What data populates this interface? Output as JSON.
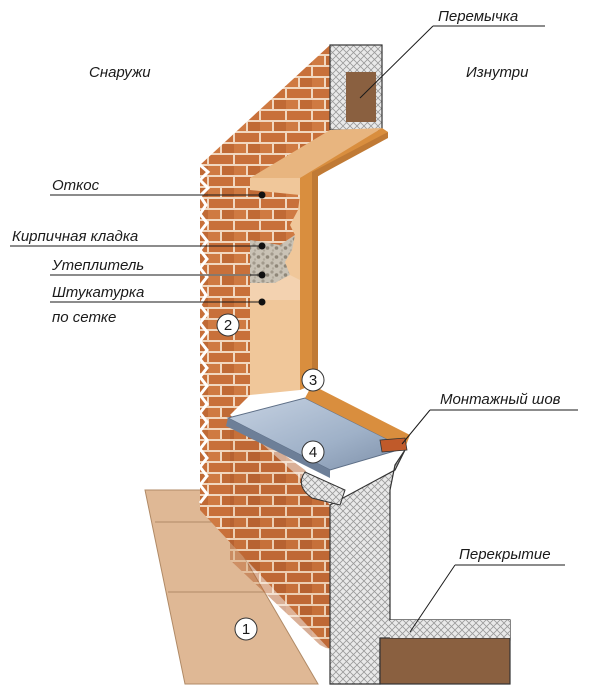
{
  "diagram": {
    "outside_label": "Снаружи",
    "inside_label": "Изнутри",
    "callouts": {
      "lintel": "Перемычка",
      "reveal": "Откос",
      "brickwork": "Кирпичная кладка",
      "insulation": "Утеплитель",
      "plaster_line1": "Штукатурка",
      "plaster_line2": "по сетке",
      "mounting_seam": "Монтажный шов",
      "floor_slab": "Перекрытие"
    },
    "markers": [
      "1",
      "2",
      "3",
      "4"
    ],
    "colors": {
      "brick": "#c8703a",
      "mortar": "#f1d7bf",
      "plaster": "#f0c79a",
      "frame": "#d98e3e",
      "sill": "#9fb1c8",
      "hatch": "#d6d6d6",
      "lintel_core": "#8a6040",
      "ground": "#dfb895"
    }
  }
}
